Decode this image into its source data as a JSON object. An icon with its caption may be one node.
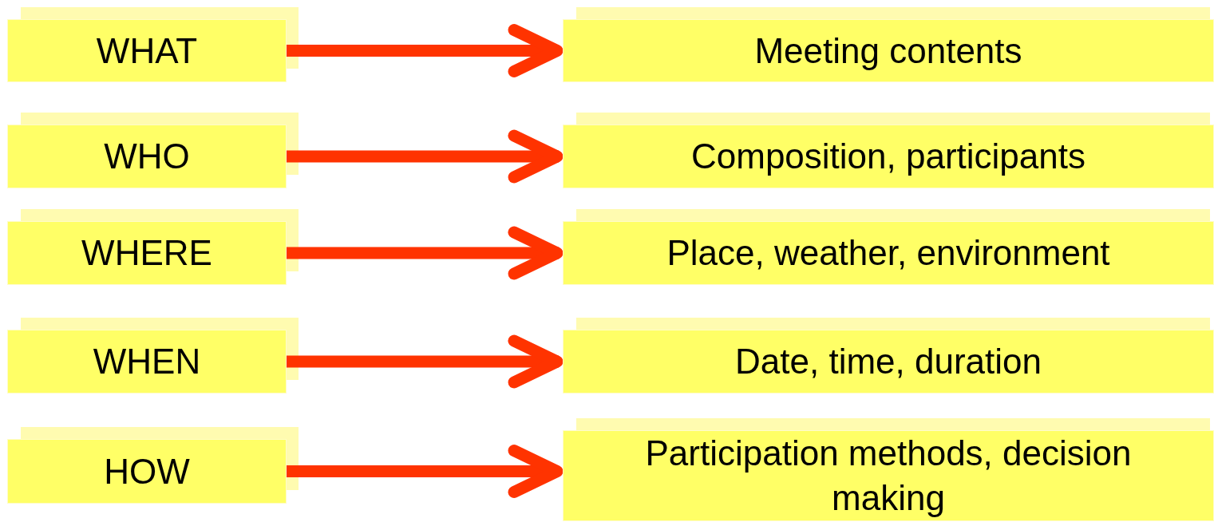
{
  "diagram": {
    "nodes": [
      {
        "text": [
          "WHAT"
        ]
      },
      {
        "text": [
          "Meeting contents"
        ]
      },
      {
        "text": [
          "WHO"
        ]
      },
      {
        "text": [
          "Composition, participants"
        ]
      },
      {
        "text": [
          "WHERE"
        ]
      },
      {
        "text": [
          "Place, weather, environment"
        ]
      },
      {
        "text": [
          "WHEN"
        ]
      },
      {
        "text": [
          "Date, time, duration"
        ]
      },
      {
        "text": [
          "HOW"
        ]
      },
      {
        "text": [
          "Participation methods, decision making"
        ]
      }
    ],
    "edges": [
      {
        "from": 0,
        "to": 1,
        "arrow": "to"
      },
      {
        "from": 2,
        "to": 3,
        "arrow": "to"
      },
      {
        "from": 4,
        "to": 5,
        "arrow": "to"
      },
      {
        "from": 6,
        "to": 7,
        "arrow": "to"
      },
      {
        "from": 8,
        "to": 9,
        "arrow": "to"
      }
    ]
  }
}
